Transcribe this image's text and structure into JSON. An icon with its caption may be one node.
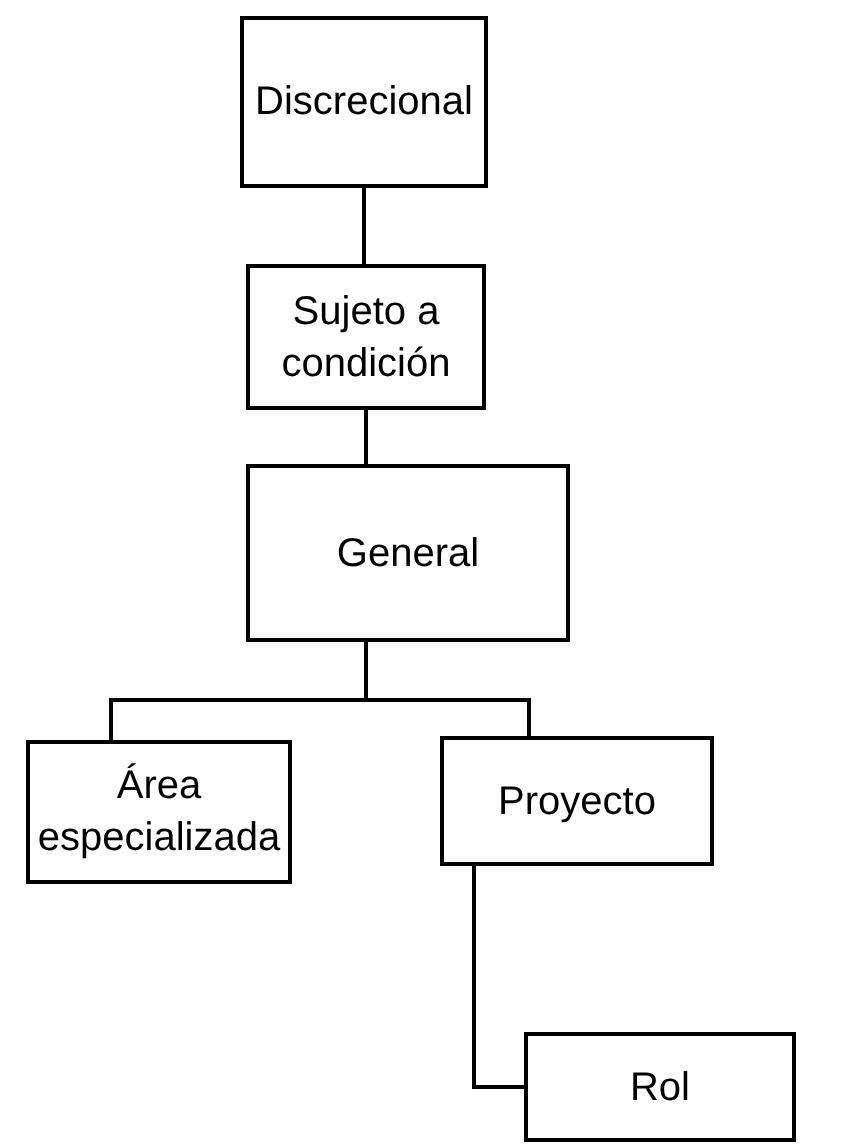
{
  "diagram": {
    "nodes": [
      {
        "text": [
          "Discrecional"
        ]
      },
      {
        "text": [
          "Sujeto a condición"
        ]
      },
      {
        "text": [
          "General"
        ]
      },
      {
        "text": [
          "Área especializada"
        ]
      },
      {
        "text": [
          "Proyecto"
        ]
      },
      {
        "text": [
          "Rol"
        ]
      }
    ],
    "edges": [
      {
        "from": 0,
        "to": 1,
        "arrow": "none"
      },
      {
        "from": 1,
        "to": 2,
        "arrow": "none"
      },
      {
        "from": 2,
        "to": 3,
        "arrow": "none"
      },
      {
        "from": 2,
        "to": 4,
        "arrow": "none"
      },
      {
        "from": 4,
        "to": 5,
        "arrow": "none"
      }
    ]
  }
}
